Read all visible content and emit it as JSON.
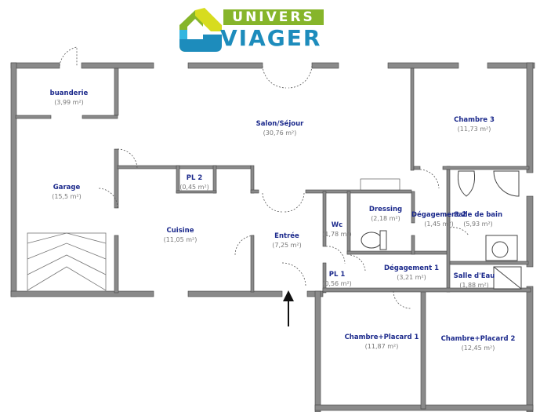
{
  "logo": {
    "top": "UNIVERS",
    "bottom": "VIAGER",
    "colors": {
      "green": "#86b52a",
      "blue": "#1d8cbc",
      "yellow": "#d7dc1f"
    }
  },
  "rooms": [
    {
      "name": "buanderie",
      "area": "(3,99 m²)"
    },
    {
      "name": "Garage",
      "area": "(15,5 m²)"
    },
    {
      "name": "Salon/Séjour",
      "area": "(30,76 m²)"
    },
    {
      "name": "Chambre 3",
      "area": "(11,73 m²)"
    },
    {
      "name": "PL 2",
      "area": "(0,45 m²)"
    },
    {
      "name": "Cuisine",
      "area": "(11,05 m²)"
    },
    {
      "name": "Entrée",
      "area": "(7,25 m²)"
    },
    {
      "name": "Wc",
      "area": "(1,78 m²)"
    },
    {
      "name": "Dressing",
      "area": "(2,18 m²)"
    },
    {
      "name": "Dégagement 2",
      "area": "(1,45 m²)"
    },
    {
      "name": "Salle de bain",
      "area": "(5,93 m²)"
    },
    {
      "name": "Dégagement 1",
      "area": "(3,21 m²)"
    },
    {
      "name": "PL 1",
      "area": "(0,56 m²)"
    },
    {
      "name": "Salle d'Eau",
      "area": "(1,88 m²)"
    },
    {
      "name": "Chambre+Placard 1",
      "area": "(11,87 m²)"
    },
    {
      "name": "Chambre+Placard 2",
      "area": "(12,45 m²)"
    }
  ],
  "colors": {
    "wall": "#8a8a8a",
    "label": "#1c2a8c",
    "area": "#777777"
  }
}
